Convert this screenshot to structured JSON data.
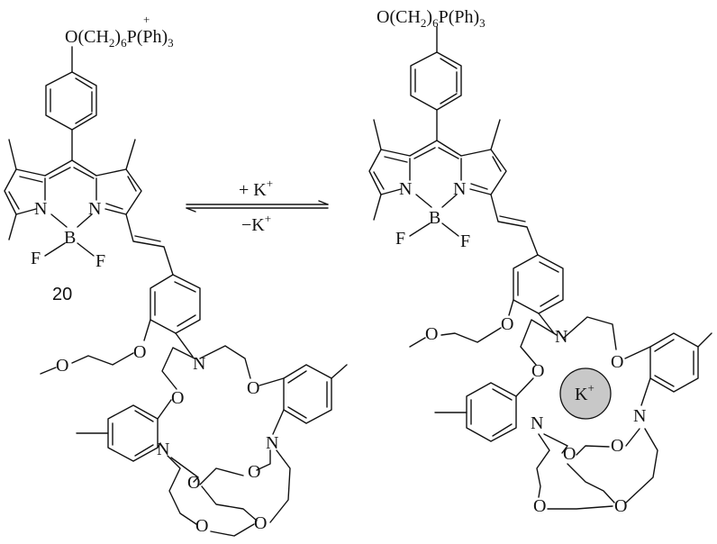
{
  "substituent": {
    "part1": "O(CH",
    "sub1": "2",
    "part2": ")",
    "sub2": "6",
    "part3": "P",
    "part4": "(Ph)",
    "sub3": "3",
    "charge": "+"
  },
  "compound_number": "20",
  "arrow": {
    "forward": "+ K",
    "forward_charge": "+",
    "reverse": "−K",
    "reverse_charge": "+"
  },
  "atoms": {
    "N": "N",
    "B": "B",
    "F": "F",
    "O": "O"
  },
  "ion": {
    "label": "K",
    "charge": "+",
    "fill": "#c8c8c8"
  }
}
